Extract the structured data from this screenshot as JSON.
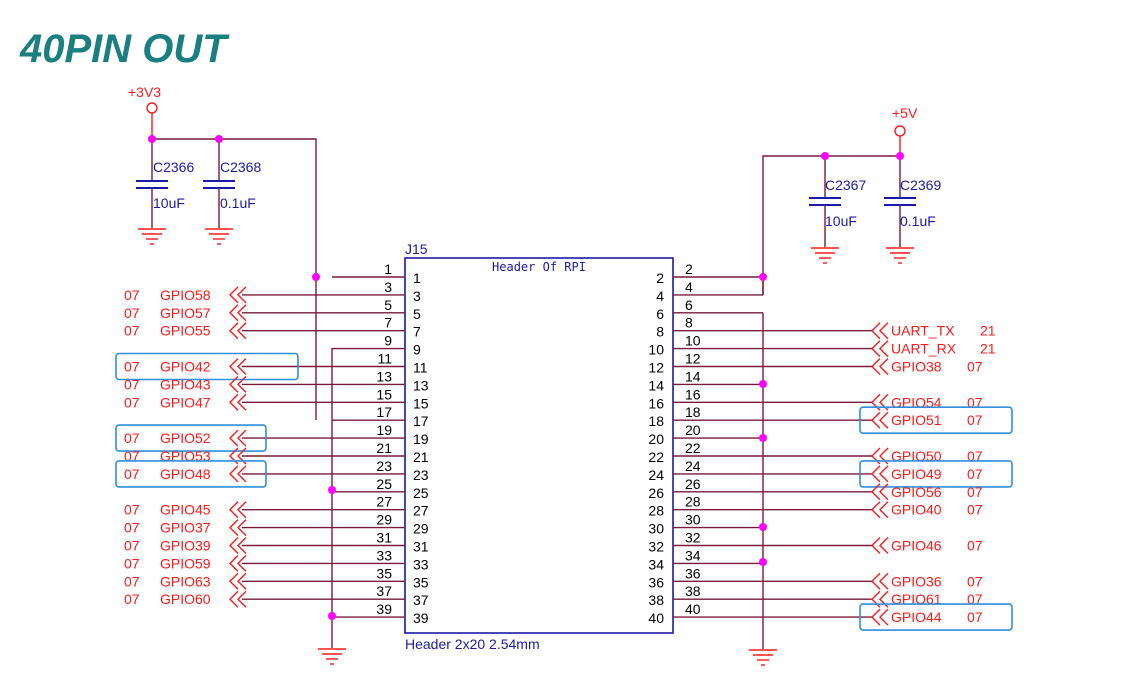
{
  "title": "40PIN OUT",
  "connector": {
    "ref": "J15",
    "name": "Header Of RPI",
    "footprint": "Header 2x20 2.54mm"
  },
  "rails": {
    "v33": "+3V3",
    "v5": "+5V"
  },
  "capacitors": [
    {
      "ref": "C2366",
      "value": "10uF"
    },
    {
      "ref": "C2368",
      "value": "0.1uF"
    },
    {
      "ref": "C2367",
      "value": "10uF"
    },
    {
      "ref": "C2369",
      "value": "0.1uF"
    }
  ],
  "left_signals": [
    {
      "pin": 3,
      "prefix": "07",
      "name": "GPIO58",
      "highlight": false
    },
    {
      "pin": 5,
      "prefix": "07",
      "name": "GPIO57",
      "highlight": false
    },
    {
      "pin": 7,
      "prefix": "07",
      "name": "GPIO55",
      "highlight": false
    },
    {
      "pin": 11,
      "prefix": "07",
      "name": "GPIO42",
      "highlight": true
    },
    {
      "pin": 13,
      "prefix": "07",
      "name": "GPIO43",
      "highlight": false
    },
    {
      "pin": 15,
      "prefix": "07",
      "name": "GPIO47",
      "highlight": false
    },
    {
      "pin": 19,
      "prefix": "07",
      "name": "GPIO52",
      "highlight": true
    },
    {
      "pin": 21,
      "prefix": "07",
      "name": "GPIO53",
      "highlight": false
    },
    {
      "pin": 23,
      "prefix": "07",
      "name": "GPIO48",
      "highlight": true
    },
    {
      "pin": 27,
      "prefix": "07",
      "name": "GPIO45",
      "highlight": false
    },
    {
      "pin": 29,
      "prefix": "07",
      "name": "GPIO37",
      "highlight": false
    },
    {
      "pin": 31,
      "prefix": "07",
      "name": "GPIO39",
      "highlight": false
    },
    {
      "pin": 33,
      "prefix": "07",
      "name": "GPIO59",
      "highlight": false
    },
    {
      "pin": 35,
      "prefix": "07",
      "name": "GPIO63",
      "highlight": false
    },
    {
      "pin": 37,
      "prefix": "07",
      "name": "GPIO60",
      "highlight": false
    }
  ],
  "right_signals": [
    {
      "pin": 8,
      "name": "UART_TX",
      "suffix": "21",
      "highlight": false
    },
    {
      "pin": 10,
      "name": "UART_RX",
      "suffix": "21",
      "highlight": false
    },
    {
      "pin": 12,
      "name": "GPIO38",
      "suffix": "07",
      "highlight": false
    },
    {
      "pin": 16,
      "name": "GPIO54",
      "suffix": "07",
      "highlight": false
    },
    {
      "pin": 18,
      "name": "GPIO51",
      "suffix": "07",
      "highlight": true
    },
    {
      "pin": 22,
      "name": "GPIO50",
      "suffix": "07",
      "highlight": false
    },
    {
      "pin": 24,
      "name": "GPIO49",
      "suffix": "07",
      "highlight": true
    },
    {
      "pin": 26,
      "name": "GPIO56",
      "suffix": "07",
      "highlight": false
    },
    {
      "pin": 28,
      "name": "GPIO40",
      "suffix": "07",
      "highlight": false
    },
    {
      "pin": 32,
      "name": "GPIO46",
      "suffix": "07",
      "highlight": false
    },
    {
      "pin": 36,
      "name": "GPIO36",
      "suffix": "07",
      "highlight": false
    },
    {
      "pin": 38,
      "name": "GPIO61",
      "suffix": "07",
      "highlight": false
    },
    {
      "pin": 40,
      "name": "GPIO44",
      "suffix": "07",
      "highlight": true
    }
  ]
}
